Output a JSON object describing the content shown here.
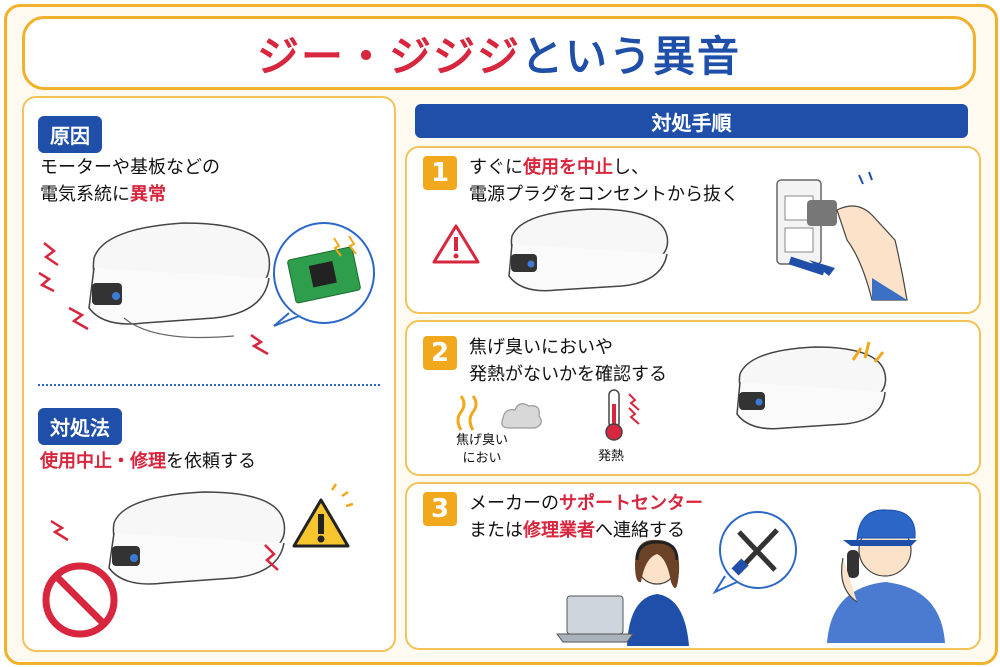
{
  "title": {
    "part1": "ジー・ジジジ",
    "part2": "という異音"
  },
  "cause": {
    "tag": "原因",
    "line1": "モーターや基板などの",
    "line2_prefix": "電気系統に",
    "line2_highlight": "異常"
  },
  "remedy": {
    "tag": "対処法",
    "highlight": "使用中止・修理",
    "suffix": "を依頼する"
  },
  "procedure": {
    "header": "対処手順",
    "step1": {
      "num": "1",
      "pre": "すぐに",
      "highlight": "使用を中止",
      "post": "し、",
      "line2": "電源プラグをコンセントから抜く"
    },
    "step2": {
      "num": "2",
      "line1": "焦げ臭いにおいや",
      "line2": "発熱がないかを確認する",
      "smell_label_1": "焦げ臭い",
      "smell_label_2": "におい",
      "heat_label": "発熱"
    },
    "step3": {
      "num": "3",
      "pre": "メーカーの",
      "highlight1": "サポートセンター",
      "line2_pre": "または",
      "highlight2": "修理業者",
      "line2_post": "へ連絡する"
    }
  },
  "colors": {
    "accent_red": "#d7263d",
    "accent_blue": "#1f4fa8",
    "border_orange": "#f1b12b",
    "number_orange": "#f2a81d"
  },
  "icons": [
    "toilet-seat-icon",
    "circuit-board-icon",
    "warning-icon",
    "prohibited-icon",
    "power-plug-icon",
    "smell-icon",
    "smoke-icon",
    "thermometer-icon",
    "tools-icon",
    "operator-icon",
    "repairman-icon"
  ]
}
